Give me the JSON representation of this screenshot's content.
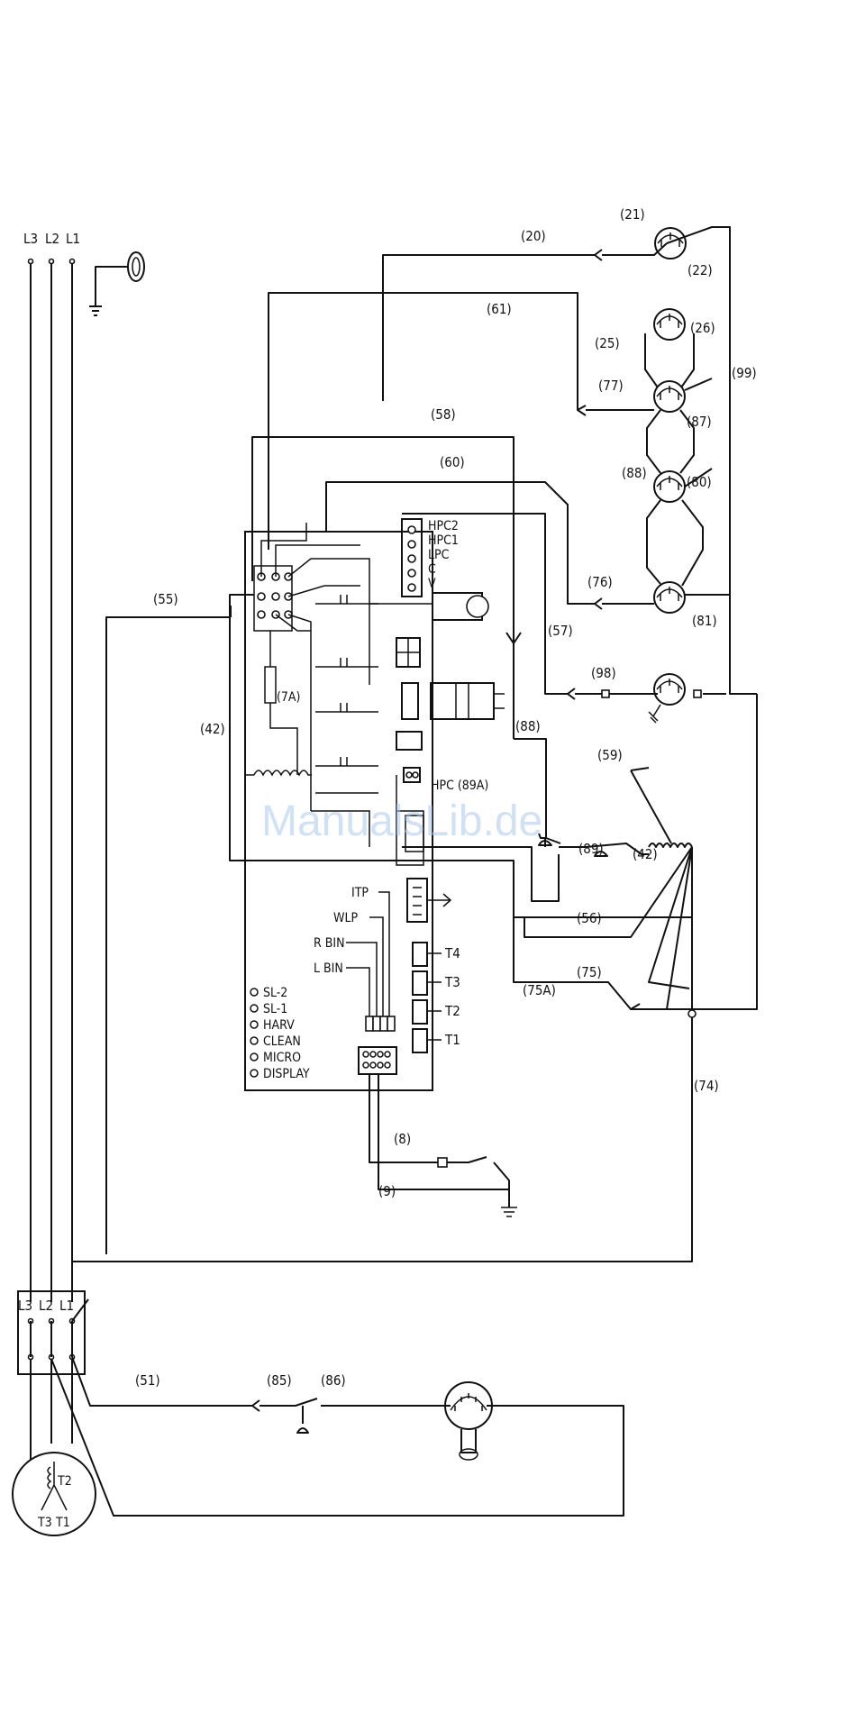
{
  "phases": {
    "l3": "L3",
    "l2": "L2",
    "l1": "L1"
  },
  "contactor": {
    "l3": "L3",
    "l2": "L2",
    "l1": "L1"
  },
  "motor": {
    "t1": "T1",
    "t2": "T2",
    "t3": "T3"
  },
  "wires": {
    "w20": "(20)",
    "w21": "(21)",
    "w22": "(22)",
    "w61": "(61)",
    "w25": "(25)",
    "w26": "(26)",
    "w77": "(77)",
    "w99": "(99)",
    "w58": "(58)",
    "w87": "(87)",
    "w60": "(60)",
    "w88a": "(88)",
    "w80": "(80)",
    "w76": "(76)",
    "w55": "(55)",
    "w81": "(81)",
    "w57": "(57)",
    "w98": "(98)",
    "w7a": "(7A)",
    "w42a": "(42)",
    "w88b": "(88)",
    "w59": "(59)",
    "w89": "(89)",
    "w42b": "(42)",
    "w56": "(56)",
    "w75": "(75)",
    "w75a": "(75A)",
    "w74": "(74)",
    "w8": "(8)",
    "w9": "(9)",
    "w51": "(51)",
    "w85": "(85)",
    "w86": "(86)"
  },
  "board": {
    "pressure_inputs": [
      "HPC2",
      "HPC1",
      "LPC",
      "C",
      "V"
    ],
    "hpc": "HPC (89A)",
    "sensors": [
      "ITP",
      "WLP",
      "R BIN",
      "L BIN"
    ],
    "terminals": [
      "T4",
      "T3",
      "T2",
      "T1"
    ],
    "leds": [
      "SL-2",
      "SL-1",
      "HARV",
      "CLEAN",
      "MICRO",
      "DISPLAY"
    ]
  },
  "watermark": "ManualsLib.de"
}
